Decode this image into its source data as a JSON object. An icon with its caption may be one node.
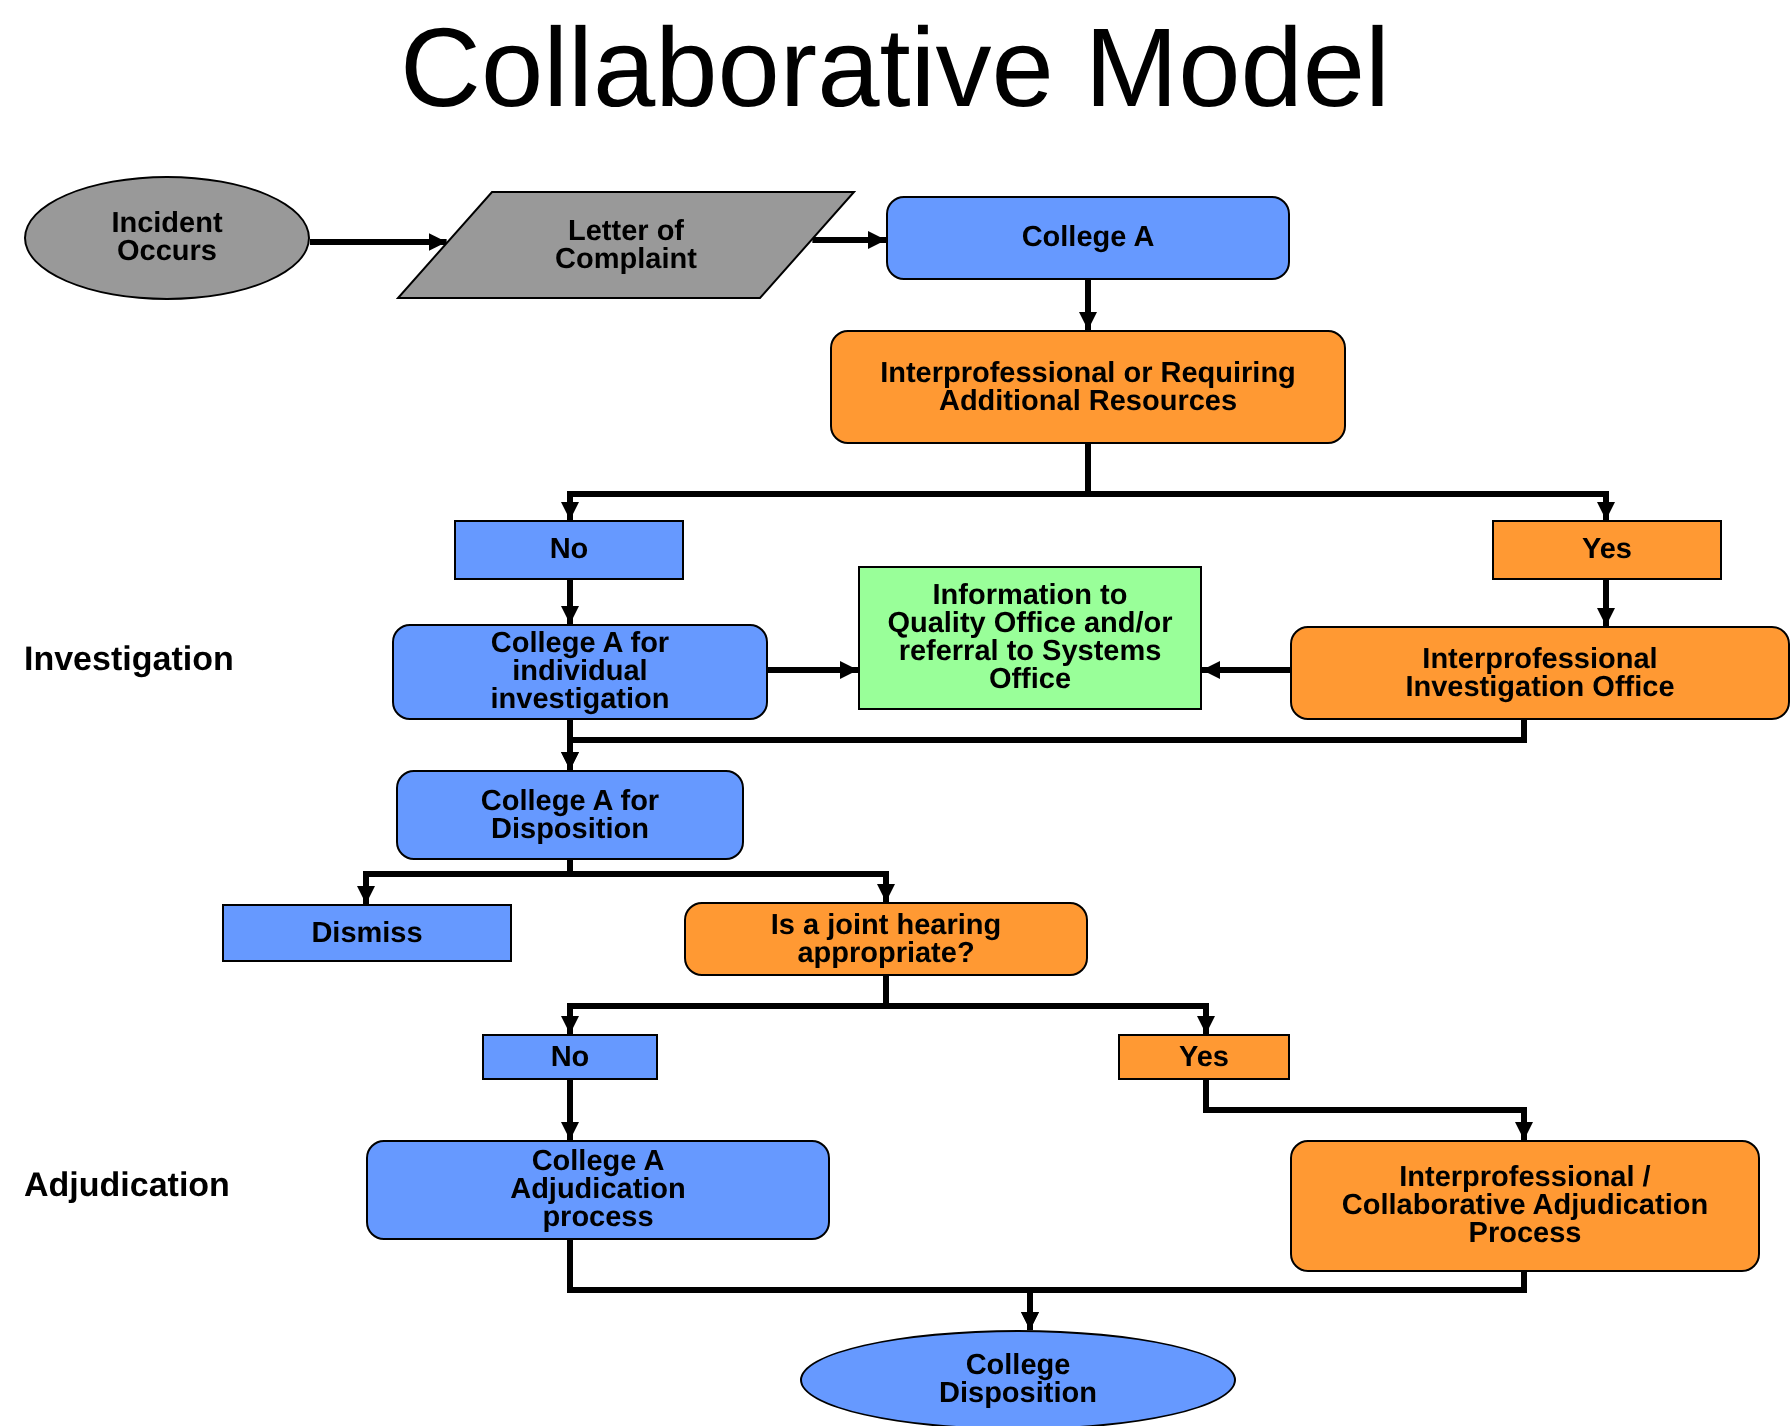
{
  "diagram": {
    "title": "Collaborative Model",
    "nodes": [
      {
        "text": [
          "Incident Occurs"
        ]
      },
      {
        "text": [
          "Letter of Complaint"
        ]
      },
      {
        "text": [
          "College A"
        ]
      },
      {
        "text": [
          "Interprofessional or Requiring Additional Resources"
        ]
      },
      {
        "text": [
          "No"
        ]
      },
      {
        "text": [
          "Yes"
        ]
      },
      {
        "text": [
          "Information to Quality Office and/or referral to Systems Office"
        ]
      },
      {
        "text": [
          "College A for individual investigation"
        ]
      },
      {
        "text": [
          "Interprofessional Investigation Office"
        ]
      },
      {
        "text": [
          "College A for Disposition"
        ]
      },
      {
        "text": [
          "Dismiss"
        ]
      },
      {
        "text": [
          "Is a joint hearing appropriate?"
        ]
      },
      {
        "text": [
          "No"
        ]
      },
      {
        "text": [
          "Yes"
        ]
      },
      {
        "text": [
          "College A Adjudication process"
        ]
      },
      {
        "text": [
          "Interprofessional / Collaborative Adjudication Process"
        ]
      },
      {
        "text": [
          "College Disposition"
        ]
      }
    ],
    "edges": [
      {
        "from": 0,
        "to": 1,
        "arrow": "to"
      },
      {
        "from": 1,
        "to": 2,
        "arrow": "to"
      },
      {
        "from": 2,
        "to": 3,
        "arrow": "to"
      },
      {
        "from": 3,
        "to": 4,
        "arrow": "to"
      },
      {
        "from": 3,
        "to": 5,
        "arrow": "to"
      },
      {
        "from": 4,
        "to": 7,
        "arrow": "to"
      },
      {
        "from": 5,
        "to": 8,
        "arrow": "to"
      },
      {
        "from": 7,
        "to": 6,
        "arrow": "to"
      },
      {
        "from": 8,
        "to": 6,
        "arrow": "to"
      },
      {
        "from": 7,
        "to": 9,
        "arrow": "to"
      },
      {
        "from": 8,
        "to": 9,
        "arrow": "to"
      },
      {
        "from": 9,
        "to": 10,
        "arrow": "to"
      },
      {
        "from": 9,
        "to": 11,
        "arrow": "to"
      },
      {
        "from": 11,
        "to": 12,
        "arrow": "to"
      },
      {
        "from": 11,
        "to": 13,
        "arrow": "to"
      },
      {
        "from": 12,
        "to": 14,
        "arrow": "to"
      },
      {
        "from": 13,
        "to": 15,
        "arrow": "to"
      },
      {
        "from": 14,
        "to": 16,
        "arrow": "to"
      },
      {
        "from": 15,
        "to": 16,
        "arrow": "to"
      }
    ],
    "labels": [
      "Investigation",
      "Adjudication"
    ]
  }
}
